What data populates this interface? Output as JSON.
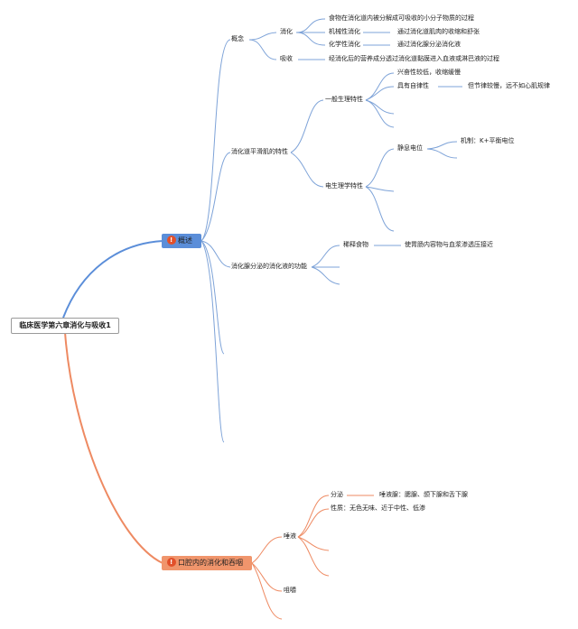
{
  "root": {
    "label": "临床医学第六章消化与吸收1"
  },
  "branch1": {
    "label": "概述",
    "color": "#5b8ed9",
    "gainian": {
      "label": "概念",
      "xiaohua": {
        "label": "消化",
        "desc": "食物在消化道内被分解成可吸收的小分子物质的过程",
        "jixie": {
          "label": "机械性消化",
          "desc": "通过消化道肌肉的收缩和舒张"
        },
        "huaxue": {
          "label": "化学性消化",
          "desc": "通过消化腺分泌消化液"
        }
      },
      "xishou": {
        "label": "吸收",
        "desc": "经消化后的营养成分透过消化道黏膜进入血液或淋巴液的过程"
      }
    },
    "pinghuaji": {
      "label": "消化道平滑肌的特性",
      "yiban": {
        "label": "一般生理特性",
        "xingfen": "兴奋性较低，收缩缓慢",
        "zilv": {
          "label": "具有自律性",
          "desc": "但节律较慢，远不如心肌规律"
        }
      },
      "dianshengli": {
        "label": "电生理学特性",
        "jingxi": {
          "label": "静息电位",
          "jizhi": "机制：K+平衡电位"
        }
      }
    },
    "xiaohuaxian": {
      "label": "消化腺分泌的消化液的功能",
      "xishi": {
        "label": "稀释食物",
        "desc": "使胃肠内容物与血浆渗透压接近"
      }
    }
  },
  "branch2": {
    "label": "口腔内的消化和吞咽",
    "color": "#f0956c",
    "tuoye": {
      "label": "唾液",
      "fenmi": {
        "label": "分泌",
        "desc": "唾液腺：腮腺、颌下腺和舌下腺"
      },
      "xingzhi": "性质：无色无味、近于中性、低渗"
    },
    "jujue": {
      "label": "咀嚼"
    }
  }
}
